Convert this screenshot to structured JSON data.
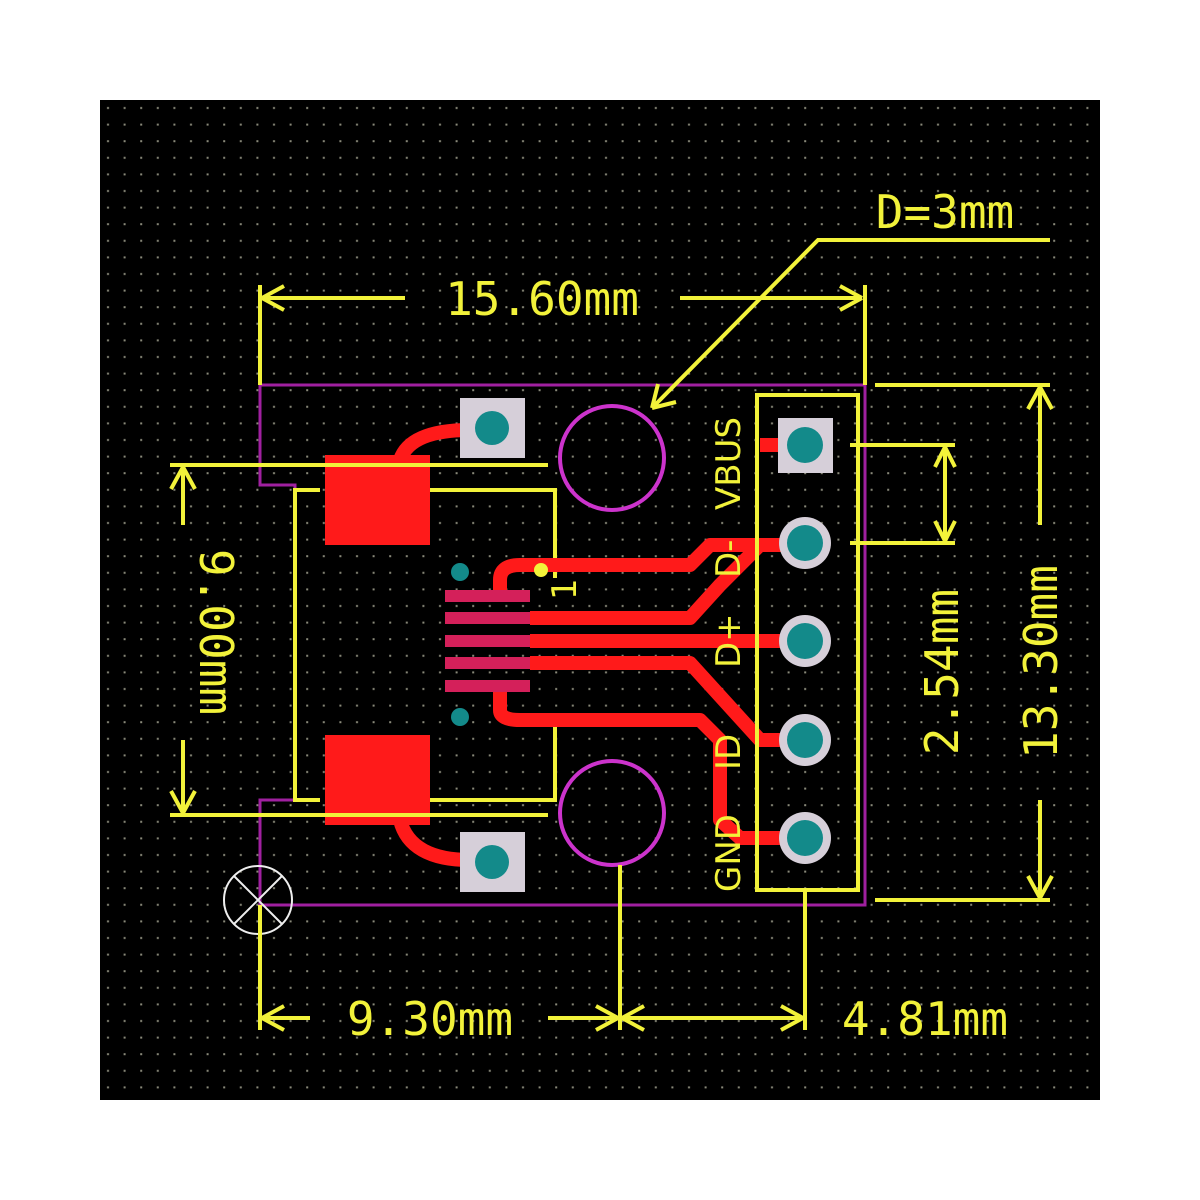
{
  "diagram": {
    "title": "Micro USB breakout PCB layout",
    "dimensions": {
      "board_width": "15.60mm",
      "board_height": "13.30mm",
      "connector_width": "9.00mm",
      "pin_pitch": "2.54mm",
      "hole_offset": "9.30mm",
      "header_offset": "4.81mm",
      "hole_diameter": "D=3mm"
    },
    "pins": [
      "VBUS",
      "D-",
      "D+",
      "ID",
      "GND"
    ],
    "pin1_marker": "1",
    "colors": {
      "background": "#000000",
      "copper": "#ff1a1a",
      "silkscreen": "#f2f23a",
      "outline": "#a020a0",
      "holes": "#cc33cc",
      "pad_center": "#138a8a"
    }
  }
}
